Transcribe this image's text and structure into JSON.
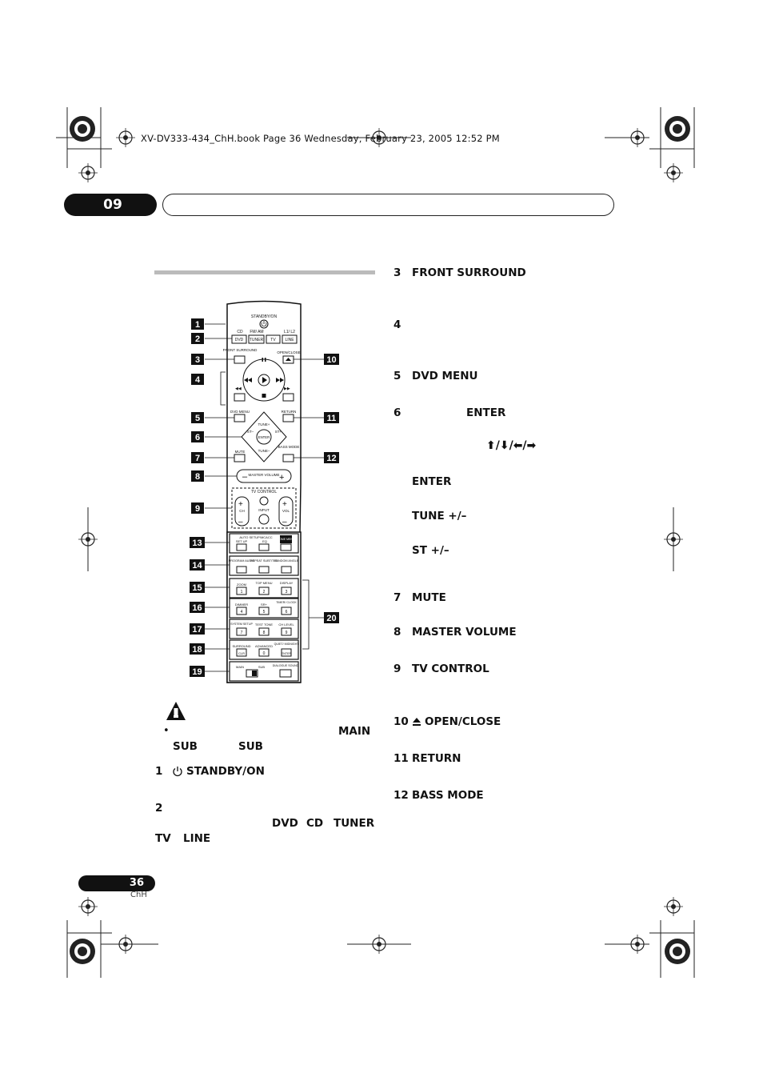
{
  "header": {
    "book_line": "XV-DV333-434_ChH.book  Page 36  Wednesday, February 23, 2005  12:52 PM",
    "chapter_number": "09"
  },
  "remote": {
    "callouts": [
      "1",
      "2",
      "3",
      "4",
      "5",
      "6",
      "7",
      "8",
      "9",
      "10",
      "11",
      "12",
      "13",
      "14",
      "15",
      "16",
      "17",
      "18",
      "19",
      "20"
    ],
    "labels": {
      "standby_on": "STANDBY/ON",
      "cd": "CD",
      "fm_am": "FM/ AM",
      "l1_l2": "L1/ L2",
      "dvd": "DVD",
      "tuner": "TUNER",
      "tv": "TV",
      "line": "LINE",
      "front_surround": "FRONT SURROUND",
      "open_close": "OPEN/CLOSE",
      "dvd_menu": "DVD MENU",
      "return": "RETURN",
      "tune_plus": "TUNE+",
      "tune_minus": "TUNE–",
      "st_minus": "ST–",
      "st_plus": "ST+",
      "enter": "ENTER",
      "mute": "MUTE",
      "bass_mode": "BASS MODE",
      "master_volume": "MASTER VOLUME",
      "tv_control": "TV CONTROL",
      "ch": "CH",
      "input": "INPUT",
      "vol": "VOL",
      "auto_setup_mcacc": "AUTO SETUP/MCACC",
      "set_up": "SET UP",
      "eq": "EQ",
      "home_menu": "HOME MENU",
      "program_audio": "PROGRAM AUDIO",
      "repeat_subtitle": "REPEAT SUBTITLE",
      "random_angle": "RANDOM ANGLE",
      "zoom": "ZOOM",
      "top_menu": "TOP MENU",
      "display": "DISPLAY",
      "dimmer": "DIMMER",
      "sr_plus": "SR+",
      "timer_clock": "TIMER/ CLOCK",
      "system_setup": "SYSTEM SETUP",
      "test_tone": "TEST TONE",
      "ch_level": "CH LEVEL",
      "surround": "SURROUND",
      "advanced": "ADVANCED",
      "quiet_midnight": "QUIET/ MIDNIGHT",
      "clr": "CLR",
      "enter_small": "ENTER",
      "main": "MAIN",
      "sub": "SUB",
      "dialogue_sound": "DIALOGUE SOUND",
      "n1": "1",
      "n2": "2",
      "n3": "3",
      "n4": "4",
      "n5": "5",
      "n6": "6",
      "n7": "7",
      "n8": "8",
      "n9": "9",
      "n0": "0"
    }
  },
  "note": {
    "bullet": "•",
    "main": "MAIN",
    "sub1": "SUB",
    "sub2": "SUB"
  },
  "left_items": [
    {
      "num": "1",
      "label": "STANDBY/ON"
    },
    {
      "num": "2",
      "label": ""
    }
  ],
  "item2_keys": [
    "DVD",
    "CD",
    "TUNER",
    "TV",
    "LINE"
  ],
  "right_items": [
    {
      "num": "3",
      "label": "FRONT SURROUND"
    },
    {
      "num": "4",
      "label": ""
    },
    {
      "num": "5",
      "label": "DVD MENU"
    },
    {
      "num": "6",
      "label": "ENTER"
    },
    {
      "num": "7",
      "label": "MUTE"
    },
    {
      "num": "8",
      "label": "MASTER VOLUME"
    },
    {
      "num": "9",
      "label": "TV CONTROL"
    },
    {
      "num": "10",
      "label": "OPEN/CLOSE"
    },
    {
      "num": "11",
      "label": "RETURN"
    },
    {
      "num": "12",
      "label": "BASS MODE"
    }
  ],
  "item6_sub": {
    "enter": "ENTER",
    "tune": "TUNE +/–",
    "st": "ST +/–"
  },
  "footer": {
    "page_number": "36",
    "language": "ChH"
  }
}
